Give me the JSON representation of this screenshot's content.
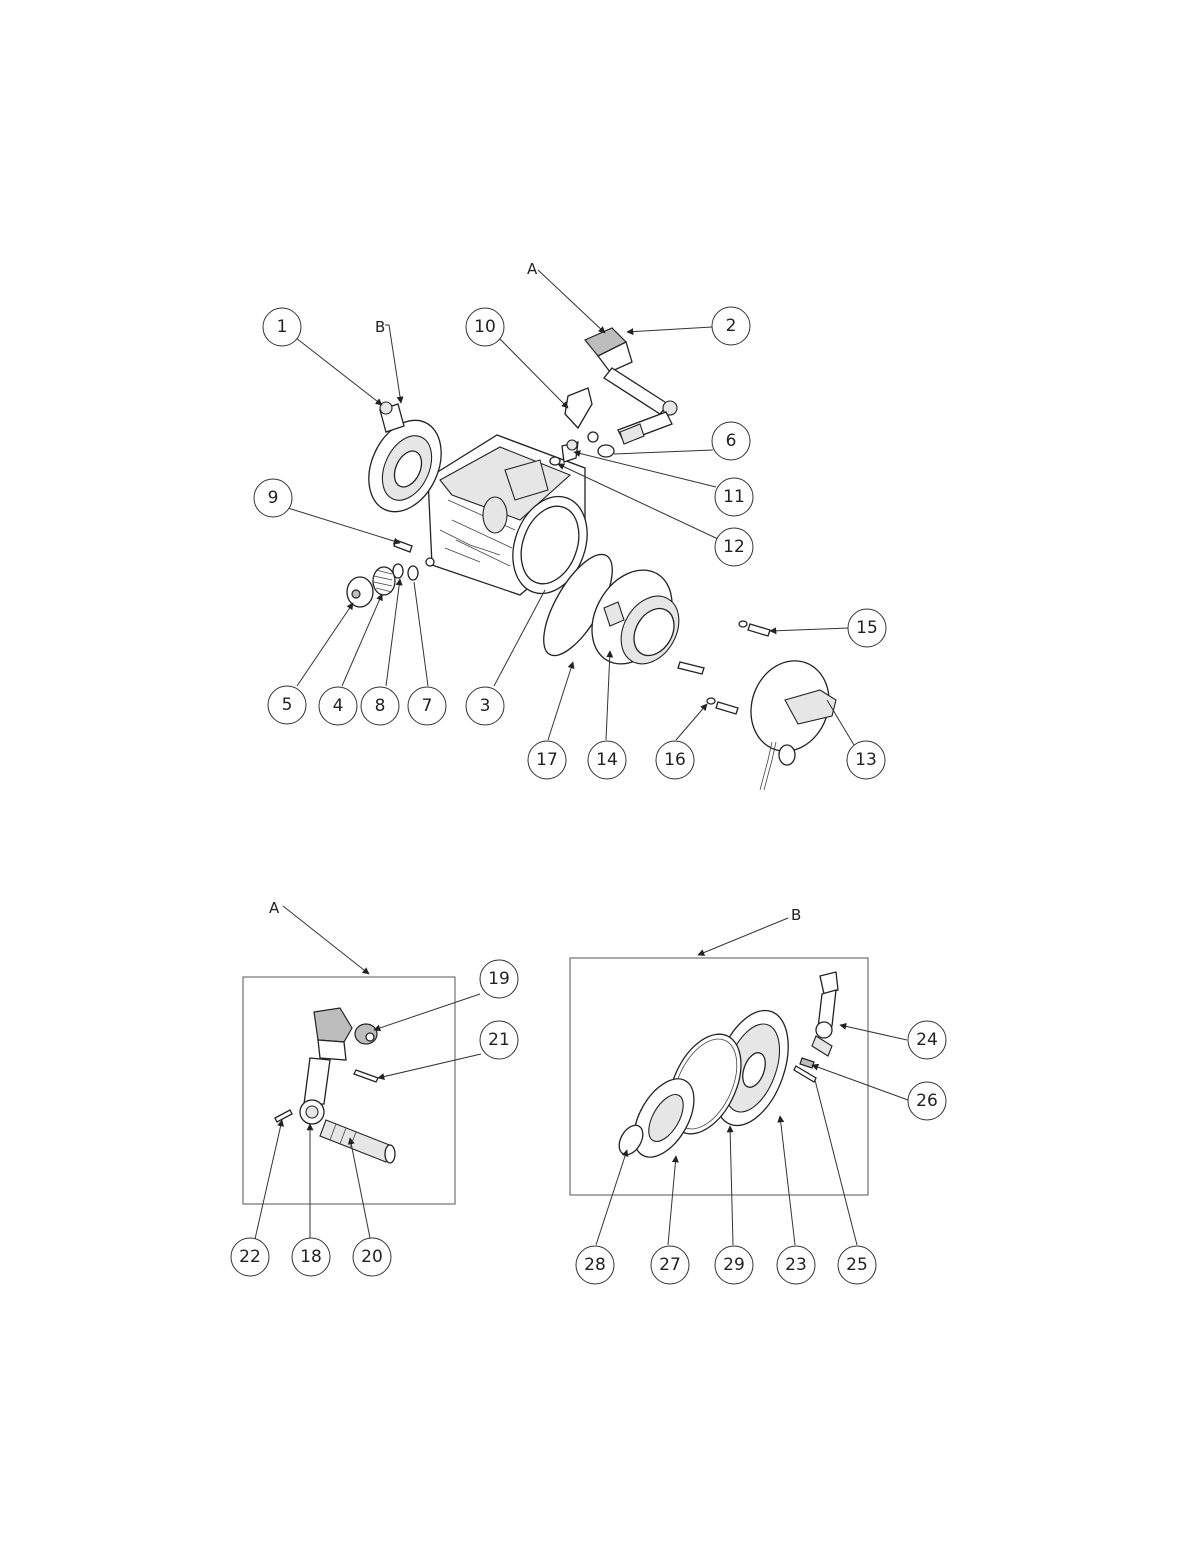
{
  "references": {
    "top_a": "A",
    "top_b": "B",
    "detail_a": "A",
    "detail_b": "B"
  },
  "balloons": {
    "b1": "1",
    "b2": "2",
    "b3": "3",
    "b4": "4",
    "b5": "5",
    "b6": "6",
    "b7": "7",
    "b8": "8",
    "b9": "9",
    "b10": "10",
    "b11": "11",
    "b12": "12",
    "b13": "13",
    "b14": "14",
    "b15": "15",
    "b16": "16",
    "b17": "17",
    "b18": "18",
    "b19": "19",
    "b20": "20",
    "b21": "21",
    "b22": "22",
    "b23": "23",
    "b24": "24",
    "b25": "25",
    "b26": "26",
    "b27": "27",
    "b28": "28",
    "b29": "29"
  }
}
